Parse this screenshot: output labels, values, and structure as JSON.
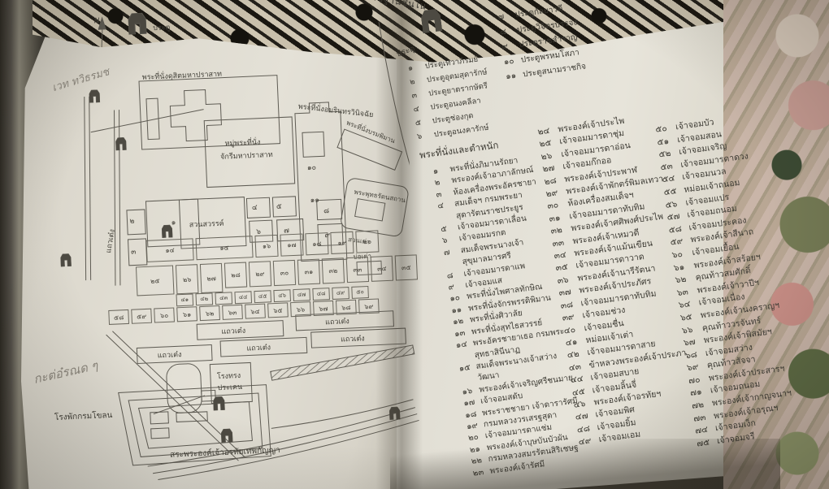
{
  "photo": {
    "colors": {
      "page": "#e4e1d7",
      "ink": "#3c3a33",
      "map_line": "#5f5c54",
      "pencil": "#8b867c",
      "fabric_dark": "#14120d",
      "fabric_cream": "#cfc6b2",
      "fabric_pink": "#c59a91",
      "fabric_green": "#757b55"
    }
  },
  "book": {
    "running_title": "พระตำหนักและอาคารต่าง ๆ ในเขตพระราชฐานชั้นใน",
    "left_page": {
      "map": {
        "compass_label": "N",
        "legend_gate_label": "ประตู",
        "handwriting_top": "เวท ทวิธรมช",
        "handwriting_bottom": "กะต่อ๋รณด ๆ",
        "labels": {
          "dusit": "พระที่นั่งดุสิตมหาปราสาท",
          "amarin": "พระที่นั่งอมรินทรวินิจฉัย",
          "chakri_1": "หมู่พระที่นั่ง",
          "chakri_2": "จักรีมหาปราสาท",
          "borom_phiman": "พระที่นั่งบรมพิมาน",
          "buddha_ratana": "พระพุทธรัตนสถาน",
          "suan_sawan": "สวนสวรรค์",
          "suan_tao": "สวนเต่า",
          "bo_tao": "บ่อเต่า",
          "row_label": "แถวเต๋ง",
          "rong_song_1": "โรงทรง",
          "rong_song_2": "ประเคน",
          "rong_phak": "โรงพักกรมโขลน",
          "pond_caption": "สระพระองค์เจ้าอรทัยเทพกัญญา"
        },
        "area_numbers": [
          "๑",
          "๒",
          "๓",
          "๔",
          "๕",
          "๖",
          "๗",
          "๘",
          "๙",
          "๑๐",
          "๑๑"
        ],
        "row_a": [
          "๑๔",
          "๑๕",
          "๑๖",
          "๑๗",
          "๑๘",
          "๑๙",
          "๒๐"
        ],
        "row_b": [
          "๒๕",
          "๒๖",
          "๒๗",
          "๒๘",
          "๒๙",
          "๓๐",
          "๓๑",
          "๓๒",
          "๓๓",
          "๓๔",
          "๓๕"
        ],
        "row_c": [
          "๔๑",
          "๔๒",
          "๔๓",
          "๔๔",
          "๔๕",
          "๔๖",
          "๔๗",
          "๔๘",
          "๔๙",
          "๕๐"
        ],
        "row_d": [
          "๕๘",
          "๕๙",
          "๖๐",
          "๖๑",
          "๖๒",
          "๖๓",
          "๖๔",
          "๖๕",
          "๖๖",
          "๖๗",
          "๖๘",
          "๖๙"
        ]
      }
    },
    "right_page": {
      "gates": {
        "header": "ประตู",
        "col_a": [
          {
            "no": "๑",
            "label": "ประตูเทวาภิรมย์"
          },
          {
            "no": "๒",
            "label": "ประตูอุดมสุดารักษ์"
          },
          {
            "no": "๓",
            "label": "ประตูยาตรากษัตรี"
          },
          {
            "no": "๔",
            "label": "ประตูอนงคลีลา"
          },
          {
            "no": "๕",
            "label": "ประตูช่องกุด"
          },
          {
            "no": "๖",
            "label": "ประตูอนงคารักษ์"
          }
        ],
        "col_b": [
          {
            "no": "๗",
            "label": "ประตูกัลยาวดี"
          },
          {
            "no": "๘",
            "label": "ประตูวิจิตรบรรจง"
          },
          {
            "no": "๙",
            "label": "ประตูราชสำราญ"
          },
          {
            "no": "๑๐",
            "label": "ประตูพรหมโสภา"
          },
          {
            "no": "๑๑",
            "label": "ประตูสนามราชกิจ"
          }
        ]
      },
      "residences": {
        "header": "พระที่นั่งและตำหนัก",
        "col_1": [
          {
            "no": "๑",
            "label": "พระที่นั่งภิมานรัถยา"
          },
          {
            "no": "๒",
            "label": "พระองค์เจ้าอาภาลักษณ์"
          },
          {
            "no": "๓",
            "label": "ห้องเครื่องพระอัครชายา"
          },
          {
            "no": "๔",
            "label": "สมเด็จฯ กรมพระยา"
          },
          {
            "no": "",
            "label": "สุดารัตนราชประยูร"
          },
          {
            "no": "๕",
            "label": "เจ้าจอมมารดาเลื่อน"
          },
          {
            "no": "๖",
            "label": "เจ้าจอมมรกต"
          },
          {
            "no": "๗",
            "label": "สมเด็จพระนางเจ้า"
          },
          {
            "no": "",
            "label": "สุขุมาลมารศรี"
          },
          {
            "no": "๘",
            "label": "เจ้าจอมมารดาแพ"
          },
          {
            "no": "๙",
            "label": "เจ้าจอมแส"
          },
          {
            "no": "๑๐",
            "label": "พระที่นั่งไพศาลทักษิณ"
          },
          {
            "no": "๑๑",
            "label": "พระที่นั่งจักรพรรดิพิมาน"
          },
          {
            "no": "๑๒",
            "label": "พระที่นั่งศิวาลัย"
          },
          {
            "no": "๑๓",
            "label": "พระที่นั่งสุทไธสวรรย์"
          },
          {
            "no": "๑๔",
            "label": "พระอัครชายาเธอ กรมพระ"
          },
          {
            "no": "",
            "label": "สุทธาสินีนาฏ"
          },
          {
            "no": "๑๕",
            "label": "สมเด็จพระนางเจ้าสว่าง"
          },
          {
            "no": "",
            "label": "วัฒนา"
          },
          {
            "no": "๑๖",
            "label": "พระองค์เจ้าเจริญศรีชนมายุ"
          },
          {
            "no": "๑๗",
            "label": "เจ้าจอมสดับ"
          },
          {
            "no": "๑๘",
            "label": "พระราชชายา เจ้าดารารัศมี"
          },
          {
            "no": "๑๙",
            "label": "กรมหลวงวรเสรฐสุดา"
          },
          {
            "no": "๒๐",
            "label": "เจ้าจอมมารดาแช่ม"
          },
          {
            "no": "๒๑",
            "label": "พระองค์เจ้าบุษบันบัวผัน"
          },
          {
            "no": "๒๒",
            "label": "กรมหลวงสมรรัตนสิริเชษฐ"
          },
          {
            "no": "๒๓",
            "label": "พระองค์เจ้ารัศมี"
          }
        ],
        "col_2": [
          {
            "no": "๒๔",
            "label": "พระองค์เจ้าประไพ"
          },
          {
            "no": "๒๕",
            "label": "เจ้าจอมมารดาชุ่ม"
          },
          {
            "no": "๒๖",
            "label": "เจ้าจอมมารดาอ่อน"
          },
          {
            "no": "๒๗",
            "label": "เจ้าจอมก๊กออ"
          },
          {
            "no": "๒๘",
            "label": "พระองค์เจ้าประพาฬ"
          },
          {
            "no": "๒๙",
            "label": "พระองค์เจ้าพักตร์พิมลเทวา"
          },
          {
            "no": "๓๐",
            "label": "ห้องเครื่องสมเด็จฯ"
          },
          {
            "no": "๓๑",
            "label": "เจ้าจอมมารดาทับทิม"
          },
          {
            "no": "๓๒",
            "label": "พระองค์เจ้าศศิพงศ์ประไพ"
          },
          {
            "no": "๓๓",
            "label": "พระองค์เจ้าเหมวดี"
          },
          {
            "no": "๓๔",
            "label": "พระองค์เจ้าแม้นเขียน"
          },
          {
            "no": "๓๕",
            "label": "เจ้าจอมมารดาวาด"
          },
          {
            "no": "๓๖",
            "label": "พระองค์เจ้านารีรัตนา"
          },
          {
            "no": "๓๗",
            "label": "พระองค์เจ้าประภัศร"
          },
          {
            "no": "๓๘",
            "label": "เจ้าจอมมารดาทับทิม"
          },
          {
            "no": "๓๙",
            "label": "เจ้าจอมช่วง"
          },
          {
            "no": "๔๐",
            "label": "เจ้าจอมชื่น"
          },
          {
            "no": "๔๑",
            "label": "หม่อมเจ้าเต่า"
          },
          {
            "no": "๔๒",
            "label": "เจ้าจอมมารดาสาย"
          },
          {
            "no": "๔๓",
            "label": "ข้าหลวงพระองค์เจ้าประภา"
          },
          {
            "no": "๔๔",
            "label": "เจ้าจอมสบาย"
          },
          {
            "no": "๔๕",
            "label": "เจ้าจอมลิ้นจี่"
          },
          {
            "no": "๔๖",
            "label": "พระองค์เจ้าอรทัยฯ"
          },
          {
            "no": "๔๗",
            "label": "เจ้าจอมพิศ"
          },
          {
            "no": "๔๘",
            "label": "เจ้าจอมยิ้ม"
          },
          {
            "no": "๔๙",
            "label": "เจ้าจอมเอม"
          }
        ],
        "col_3": [
          {
            "no": "๕๐",
            "label": "เจ้าจอมบัว"
          },
          {
            "no": "๕๑",
            "label": "เจ้าจอมสอน"
          },
          {
            "no": "๕๒",
            "label": "เจ้าจอมเจริญ"
          },
          {
            "no": "๕๓",
            "label": "เจ้าจอมมารดาดวง"
          },
          {
            "no": "๕๔",
            "label": "เจ้าจอมนวล"
          },
          {
            "no": "๕๕",
            "label": "หม่อมเจ้าถนอม"
          },
          {
            "no": "๕๖",
            "label": "เจ้าจอมแปร"
          },
          {
            "no": "๕๗",
            "label": "เจ้าจอมถนอม"
          },
          {
            "no": "๕๘",
            "label": "เจ้าจอมประคอง"
          },
          {
            "no": "๕๙",
            "label": "พระองค์เจ้าสีนาถ"
          },
          {
            "no": "๖๐",
            "label": "เจ้าจอมเยื้อน"
          },
          {
            "no": "๖๑",
            "label": "พระองค์เจ้าสร้อยฯ"
          },
          {
            "no": "๖๒",
            "label": "คุณท้าวสมศักดิ์"
          },
          {
            "no": "๖๓",
            "label": "พระองค์เจ้าวาปีฯ"
          },
          {
            "no": "๖๔",
            "label": "เจ้าจอมเนื่อง"
          },
          {
            "no": "๖๕",
            "label": "พระองค์เจ้านงคราญฯ"
          },
          {
            "no": "๖๖",
            "label": "คุณท้าววรจันทร์"
          },
          {
            "no": "๖๗",
            "label": "พระองค์เจ้าพิสมัยฯ"
          },
          {
            "no": "๖๘",
            "label": "เจ้าจอมสว่าง"
          },
          {
            "no": "๖๙",
            "label": "คุณท้าวสัจจา"
          },
          {
            "no": "๗๐",
            "label": "พระองค์เจ้าประสารฯ"
          },
          {
            "no": "๗๑",
            "label": "เจ้าจอมถนอม"
          },
          {
            "no": "๗๒",
            "label": "พระองค์เจ้ากาญจนาฯ"
          },
          {
            "no": "๗๓",
            "label": "พระองค์เจ้าอรุณฯ"
          },
          {
            "no": "๗๔",
            "label": "เจ้าจอมเง็ก"
          },
          {
            "no": "๗๕",
            "label": "เจ้าจอมจรี"
          }
        ]
      }
    }
  }
}
